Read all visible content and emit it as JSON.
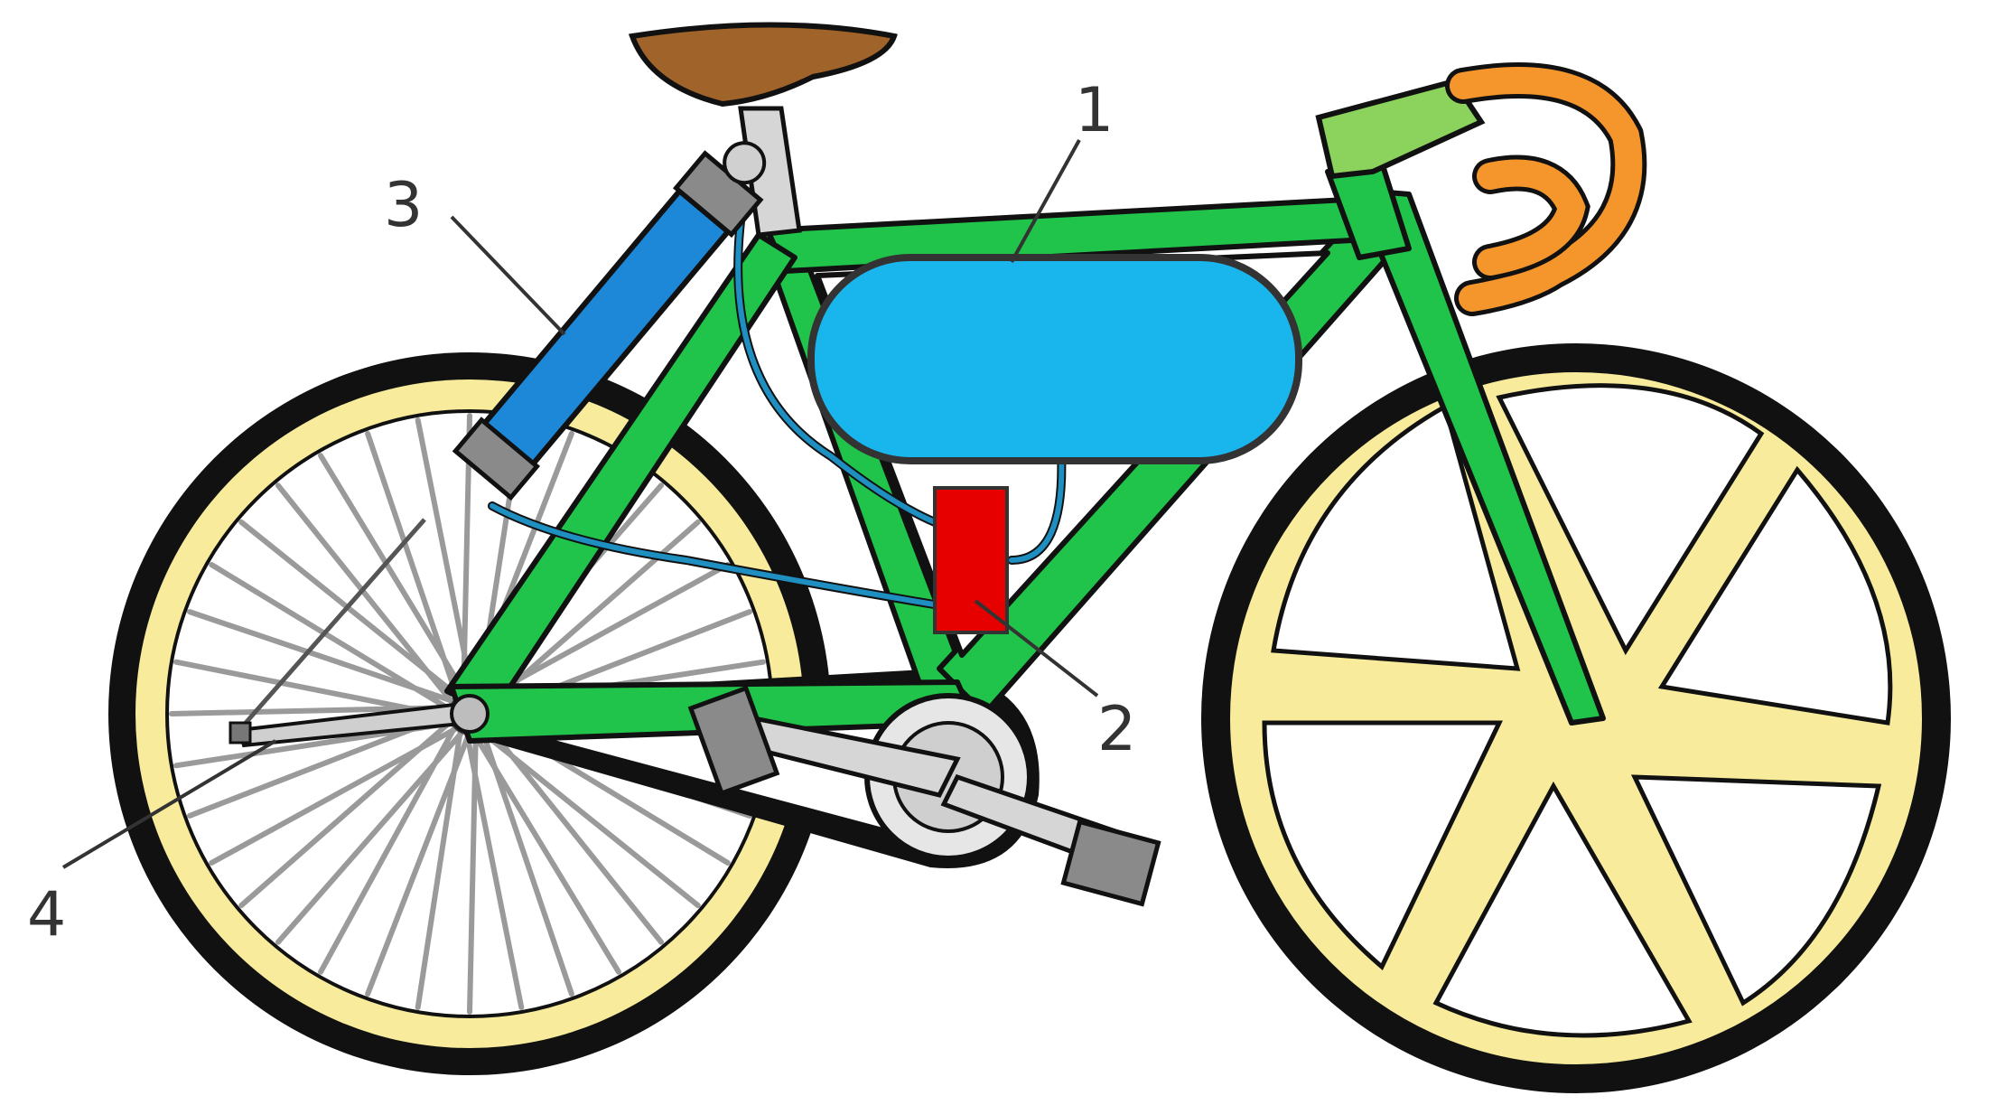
{
  "callouts": [
    {
      "label": "1",
      "part": "top-tube-tank"
    },
    {
      "label": "2",
      "part": "red-unit"
    },
    {
      "label": "3",
      "part": "seat-stay-cylinder"
    },
    {
      "label": "4",
      "part": "rear-rod"
    }
  ],
  "colors": {
    "frame": "#21c44a",
    "outline": "#111111",
    "tire": "#111111",
    "rim": "#f8ec9c",
    "saddle": "#a0632a",
    "handlebar": "#f5962c",
    "stem": "#8bd35d",
    "tank": "#19b6ee",
    "cylinder": "#1e88d8",
    "red_unit": "#e60000",
    "hose": "#1e8fc0",
    "metal": "#b8b8b8",
    "spokes": "#9a9a9a"
  }
}
